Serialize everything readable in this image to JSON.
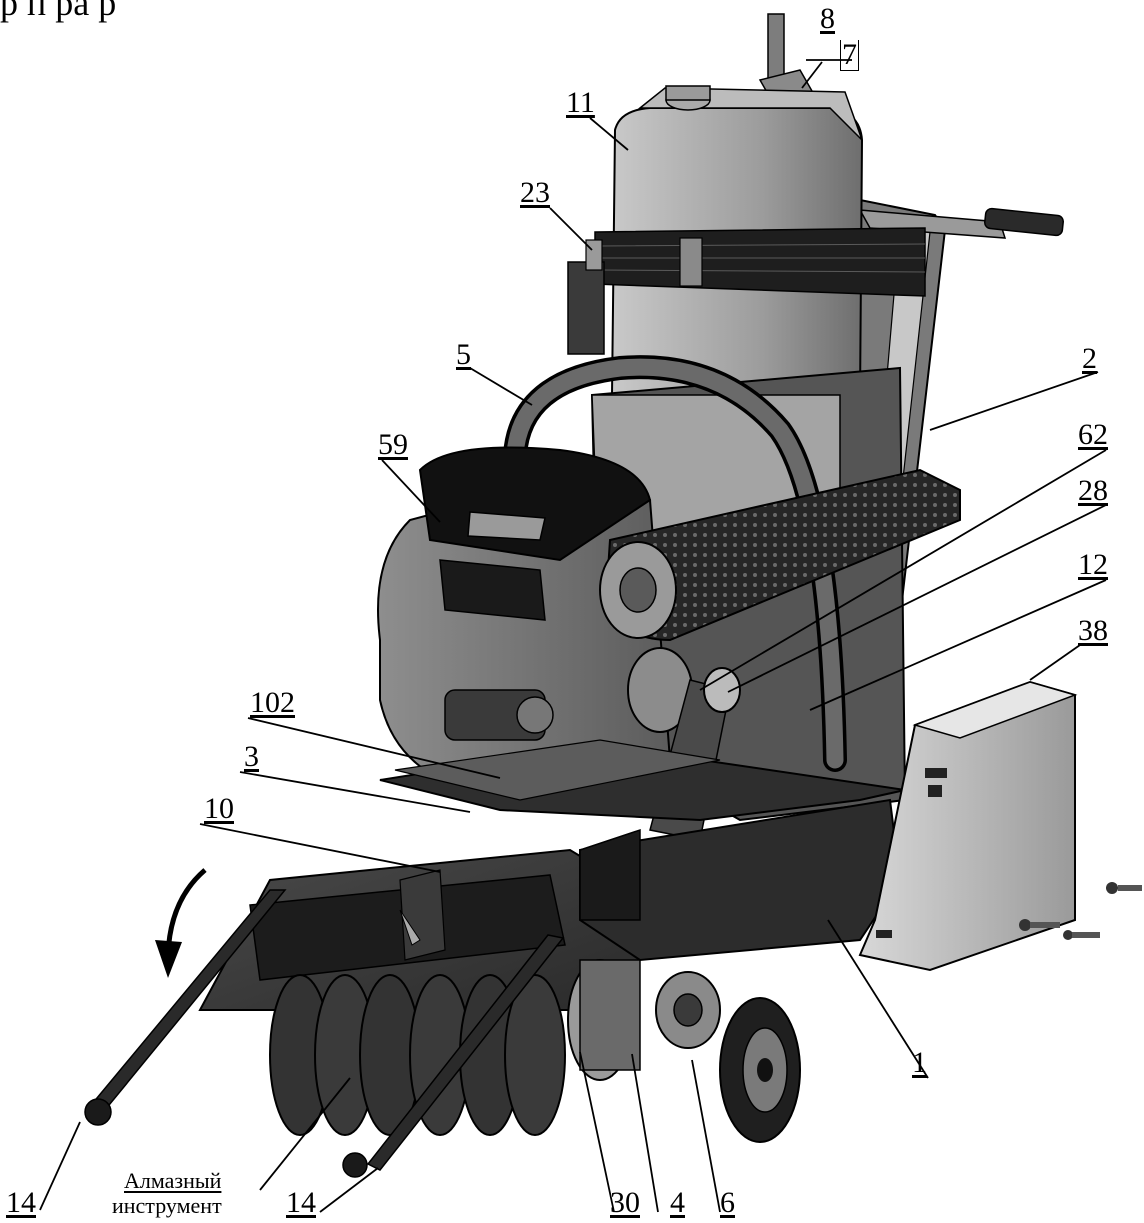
{
  "header_fragment": "р п ра р",
  "callouts": {
    "c8": "8",
    "c7": "7",
    "c11": "11",
    "c23": "23",
    "c5": "5",
    "c2": "2",
    "c62": "62",
    "c59": "59",
    "c28": "28",
    "c12": "12",
    "c38": "38",
    "c102": "102",
    "c3": "3",
    "c10": "10",
    "c1": "1",
    "c14a": "14",
    "c14b": "14",
    "c30": "30",
    "c4": "4",
    "c6": "6",
    "tool_line1": "Алмазный",
    "tool_line2": "инструмент"
  },
  "colors": {
    "ink": "#000000",
    "light_grey": "#bdbdbd",
    "mid_grey": "#8a8a8a",
    "dark_grey": "#3a3a3a",
    "black_part": "#1a1a1a"
  }
}
